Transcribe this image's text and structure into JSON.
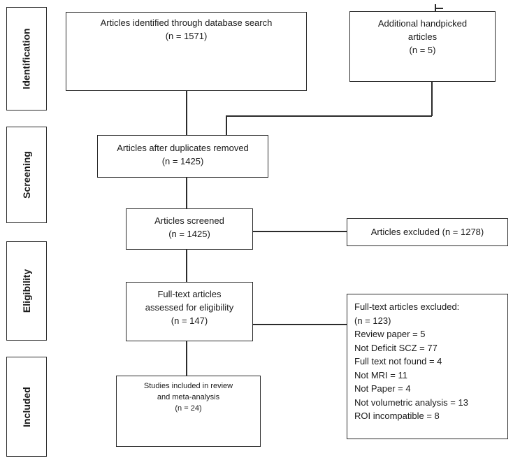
{
  "stages": [
    {
      "label": "Identification"
    },
    {
      "label": "Screening"
    },
    {
      "label": "Eligibility"
    },
    {
      "label": "Included"
    }
  ],
  "boxes": {
    "database": {
      "line1": "Articles identified through database search",
      "line2": "(n = 1571)"
    },
    "handpicked": {
      "line1": "Additional handpicked",
      "line2": "articles",
      "line3": "(n = 5)"
    },
    "duplicates": {
      "line1": "Articles after duplicates removed",
      "line2": "(n = 1425)"
    },
    "screened": {
      "line1": "Articles screened",
      "line2": "(n = 1425)"
    },
    "excluded": {
      "line1": "Articles excluded (n = 1278)"
    },
    "fulltext": {
      "line1": "Full-text articles",
      "line2": "assessed for eligibility",
      "line3": "(n = 147)"
    },
    "fulltext_excluded": {
      "title": "Full-text articles excluded:",
      "items": [
        "(n = 123)",
        "Review paper = 5",
        "Not Deficit SCZ = 77",
        "Full text not found = 4",
        "Not MRI = 11",
        "Not Paper = 4",
        "Not volumetric analysis = 13",
        "ROI incompatible = 8"
      ]
    },
    "included": {
      "line1": "Studies included in review",
      "line2": "and meta-analysis",
      "line3": "(n = 24)"
    }
  }
}
